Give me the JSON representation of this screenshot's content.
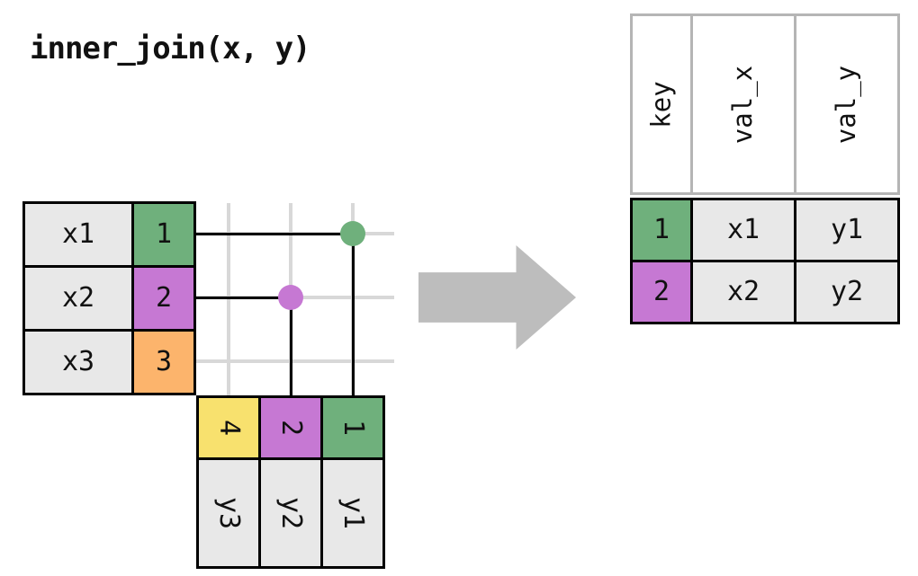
{
  "title": "inner_join(x, y)",
  "palette": {
    "green": "#6fb07c",
    "purple": "#c678d3",
    "orange": "#fcb46c",
    "yellow": "#f8e16e",
    "cell_gray": "#e8e8e8",
    "table_border": "#000000",
    "header_border": "#b5b5b5",
    "grid_line": "#d8d8d8",
    "connector": "#000000",
    "arrow": "#bdbdbd",
    "background": "#ffffff"
  },
  "x_table": {
    "name": "x",
    "rows": [
      {
        "val": "x1",
        "key": "1",
        "key_color": "#6fb07c"
      },
      {
        "val": "x2",
        "key": "2",
        "key_color": "#c678d3"
      },
      {
        "val": "x3",
        "key": "3",
        "key_color": "#fcb46c"
      }
    ]
  },
  "y_table": {
    "name": "y",
    "cols": [
      {
        "key": "4",
        "val": "y3",
        "key_color": "#f8e16e"
      },
      {
        "key": "2",
        "val": "y2",
        "key_color": "#c678d3"
      },
      {
        "key": "1",
        "val": "y1",
        "key_color": "#6fb07c"
      }
    ]
  },
  "matches": [
    {
      "x_key": "1",
      "y_key": "1",
      "dot_color": "#6fb07c"
    },
    {
      "x_key": "2",
      "y_key": "2",
      "dot_color": "#c678d3"
    }
  ],
  "result_table": {
    "headers": [
      "key",
      "val_x",
      "val_y"
    ],
    "rows": [
      {
        "key": "1",
        "val_x": "x1",
        "val_y": "y1",
        "key_color": "#6fb07c"
      },
      {
        "key": "2",
        "val_x": "x2",
        "val_y": "y2",
        "key_color": "#c678d3"
      }
    ]
  }
}
